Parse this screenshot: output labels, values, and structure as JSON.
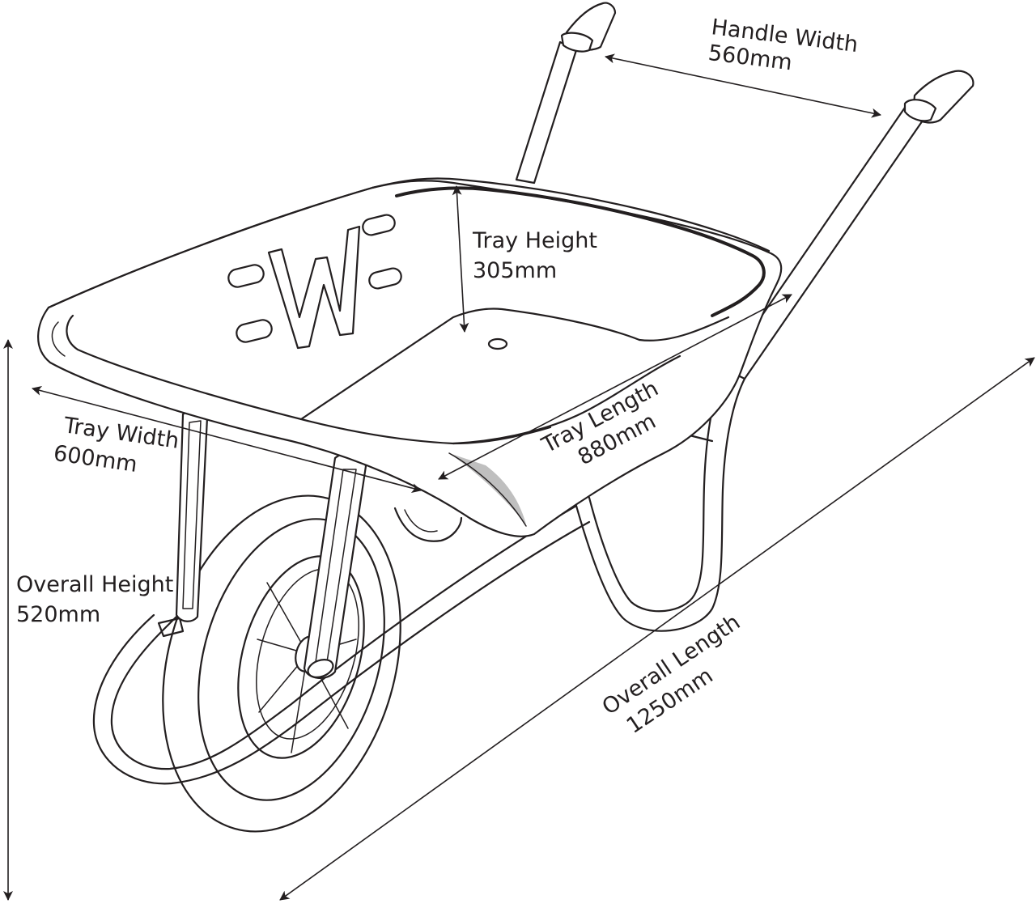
{
  "labels": {
    "handle_width": {
      "name": "Handle Width",
      "value": "560mm"
    },
    "tray_height": {
      "name": "Tray Height",
      "value": "305mm"
    },
    "tray_width": {
      "name": "Tray Width",
      "value": "600mm"
    },
    "tray_length": {
      "name": "Tray Length",
      "value": "880mm"
    },
    "overall_height": {
      "name": "Overall Height",
      "value": "520mm"
    },
    "overall_length": {
      "name": "Overall Length",
      "value": "1250mm"
    }
  },
  "logo_letter": "W",
  "colors": {
    "line": "#231f20",
    "background": "#ffffff",
    "shading": "#8a8a8a"
  }
}
